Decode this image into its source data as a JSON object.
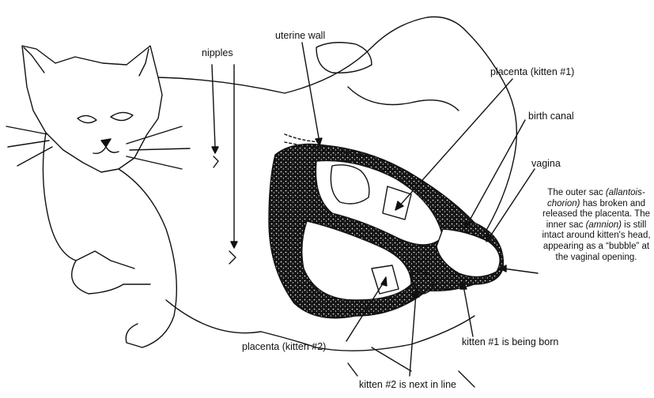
{
  "labels": {
    "nipples": "nipples",
    "uterine_wall": "uterine wall",
    "placenta_k1": "placenta (kitten #1)",
    "birth_canal": "birth canal",
    "vagina": "vagina",
    "placenta_k2": "placenta (kitten #2)",
    "kitten1_born": "kitten #1 is being born",
    "kitten2_next": "kitten #2 is next in line"
  },
  "note": {
    "part1": "The outer sac",
    "term1": "(allantois-chorion)",
    "part2": "has broken and released the placenta. The inner sac",
    "term2": "(amnion)",
    "part3": "is still intact around kitten's head, appearing as a “bubble” at the vaginal opening."
  },
  "colors": {
    "ink": "#111111",
    "background": "#ffffff"
  }
}
